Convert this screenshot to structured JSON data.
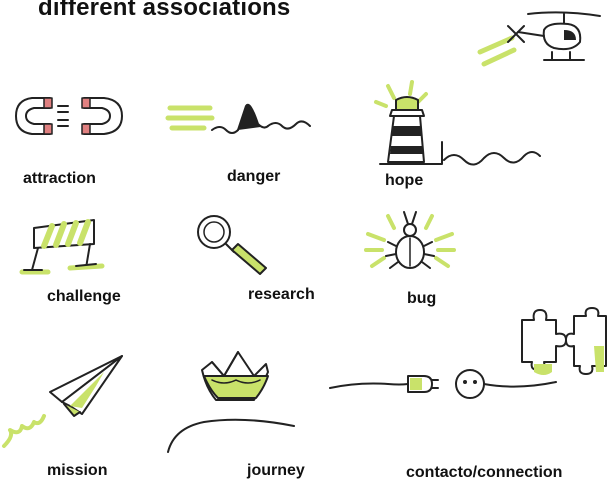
{
  "title": "different associations",
  "accent_color": "#c9e26a",
  "items": [
    {
      "label": "attraction",
      "icon": "magnet-icon"
    },
    {
      "label": "danger",
      "icon": "shark-fin-icon"
    },
    {
      "label": "hope",
      "icon": "lighthouse-icon"
    },
    {
      "label": "challenge",
      "icon": "hurdle-icon"
    },
    {
      "label": "research",
      "icon": "magnifying-glass-icon"
    },
    {
      "label": "bug",
      "icon": "bug-icon"
    },
    {
      "label": "mission",
      "icon": "paper-plane-icon"
    },
    {
      "label": "journey",
      "icon": "paper-boat-icon"
    },
    {
      "label": "contacto/connection",
      "icon": "plug-socket-icon"
    }
  ],
  "extra_icons": [
    "helicopter-icon",
    "puzzle-pieces-icon"
  ]
}
